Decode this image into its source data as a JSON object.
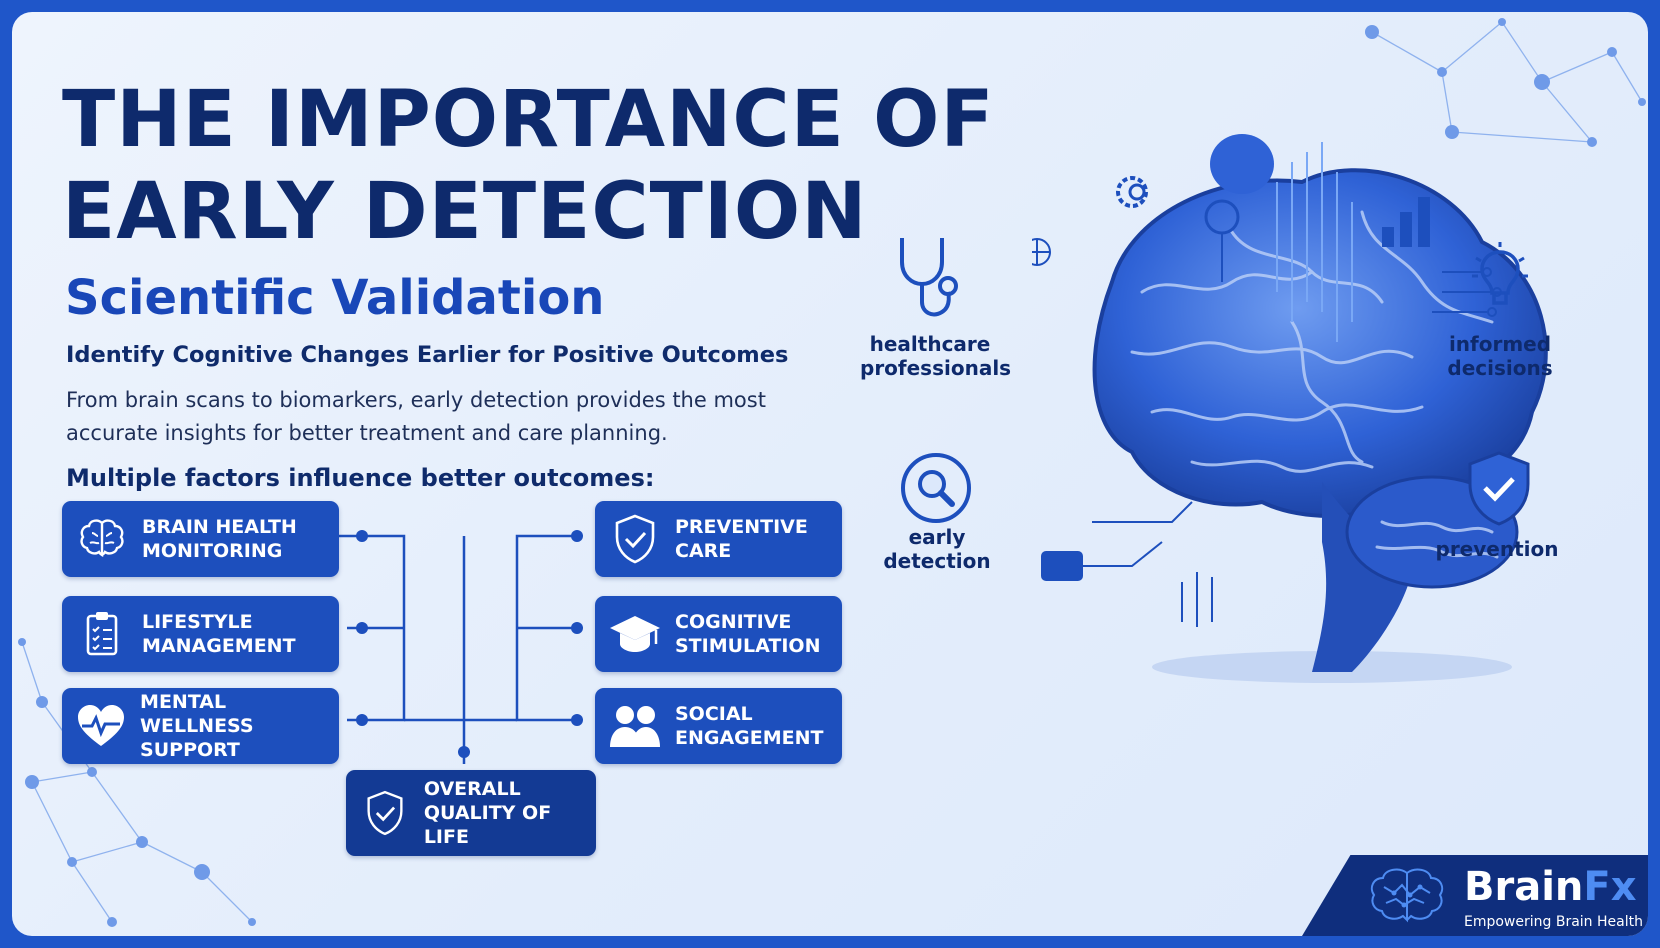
{
  "title": {
    "line1": "THE IMPORTANCE OF",
    "line2": "EARLY DETECTION"
  },
  "subtitle": "Scientific Validation",
  "lead": "Identify Cognitive Changes Earlier for Positive Outcomes",
  "paragraph": "From brain scans to biomarkers, early detection provides the most accurate insights for better treatment and care planning.",
  "factors_heading": "Multiple factors influence better outcomes:",
  "factors": {
    "brain_health": {
      "label": "BRAIN HEALTH\nMONITORING",
      "icon": "brain-icon"
    },
    "lifestyle": {
      "label": "LIFESTYLE\nMANAGEMENT",
      "icon": "clipboard-icon"
    },
    "mental": {
      "label": "MENTAL WELLNESS\nSUPPORT",
      "icon": "heart-pulse-icon"
    },
    "preventive": {
      "label": "PREVENTIVE\nCARE",
      "icon": "shield-check-icon"
    },
    "cognitive": {
      "label": "COGNITIVE\nSTIMULATION",
      "icon": "graduation-cap-icon"
    },
    "social": {
      "label": "SOCIAL\nENGAGEMENT",
      "icon": "people-icon"
    },
    "overall": {
      "label": "OVERALL\nQUALITY OF LIFE",
      "icon": "shield-check-icon"
    }
  },
  "network_labels": {
    "healthcare": "healthcare\nprofessionals",
    "informed": "informed\ndecisions",
    "early": "early\ndetection",
    "prevention": "prevention"
  },
  "logo": {
    "name_main": "Brain",
    "name_accent": "Fx",
    "tagline": "Empowering Brain Health"
  },
  "colors": {
    "primary": "#1d4fbd",
    "navy": "#0e2a6c",
    "accent": "#4e8cf2",
    "background": "#e8f0fc"
  }
}
